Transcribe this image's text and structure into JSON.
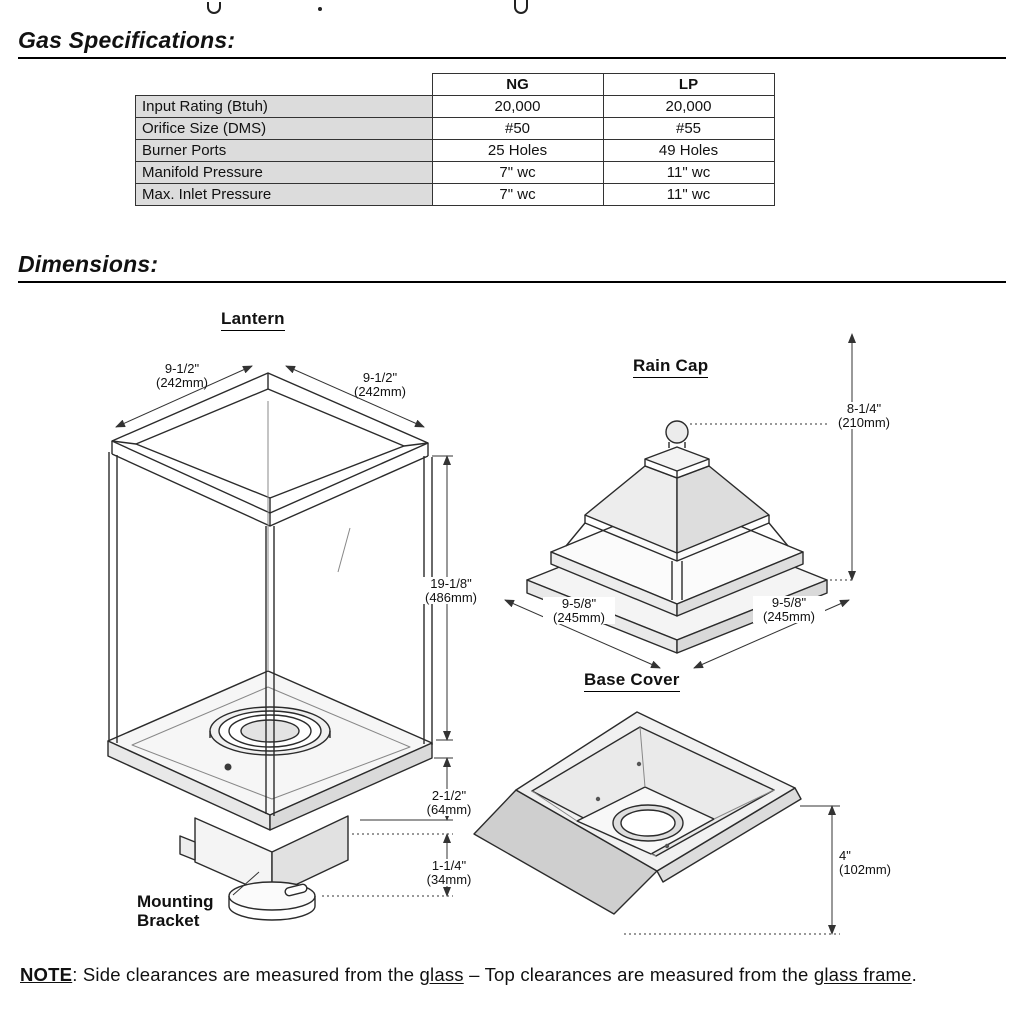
{
  "headings": {
    "gas": "Gas Specifications:",
    "dimensions": "Dimensions:"
  },
  "gas_table": {
    "columns": [
      "NG",
      "LP"
    ],
    "rows": [
      {
        "label": "Input Rating (Btuh)",
        "ng": "20,000",
        "lp": "20,000"
      },
      {
        "label": "Orifice Size (DMS)",
        "ng": "#50",
        "lp": "#55"
      },
      {
        "label": "Burner Ports",
        "ng": "25 Holes",
        "lp": "49 Holes"
      },
      {
        "label": "Manifold Pressure",
        "ng": "7\" wc",
        "lp": "11\" wc"
      },
      {
        "label": "Max. Inlet Pressure",
        "ng": "7\" wc",
        "lp": "11\" wc"
      }
    ]
  },
  "lantern": {
    "title": "Lantern",
    "dim_top_left": "9-1/2\"",
    "dim_top_left_mm": "(242mm)",
    "dim_top_right": "9-1/2\"",
    "dim_top_right_mm": "(242mm)",
    "dim_height": "19-1/8\"",
    "dim_height_mm": "(486mm)",
    "dim_base": "2-1/2\"",
    "dim_base_mm": "(64mm)",
    "dim_collar": "1-1/4\"",
    "dim_collar_mm": "(34mm)",
    "mounting_line1": "Mounting",
    "mounting_line2": "Bracket"
  },
  "rain_cap": {
    "title": "Rain Cap",
    "dim_height": "8-1/4\"",
    "dim_height_mm": "(210mm)",
    "dim_left": "9-5/8\"",
    "dim_left_mm": "(245mm)",
    "dim_right": "9-5/8\"",
    "dim_right_mm": "(245mm)"
  },
  "base_cover": {
    "title": "Base Cover",
    "dim_height": "4\"",
    "dim_height_mm": "(102mm)"
  },
  "note": {
    "label": "NOTE",
    "seg1": ": Side clearances are measured from the ",
    "glass": "glass",
    "seg2": " – Top clearances are measured from the ",
    "glass_frame": "glass frame",
    "seg3": "."
  }
}
